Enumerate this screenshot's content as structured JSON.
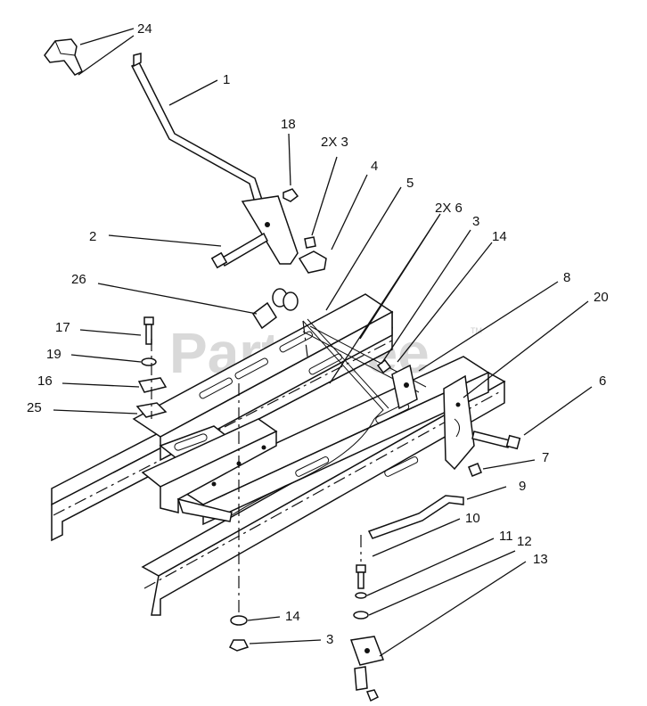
{
  "watermark": {
    "text": "PartsTree",
    "tm": "TM"
  },
  "callouts": [
    {
      "id": "c24",
      "text": "24"
    },
    {
      "id": "c1",
      "text": "1"
    },
    {
      "id": "c18",
      "text": "18"
    },
    {
      "id": "c2x3",
      "text": "2X 3"
    },
    {
      "id": "c4",
      "text": "4"
    },
    {
      "id": "c5",
      "text": "5"
    },
    {
      "id": "c2x6",
      "text": "2X 6"
    },
    {
      "id": "c3a",
      "text": "3"
    },
    {
      "id": "c14a",
      "text": "14"
    },
    {
      "id": "c2",
      "text": "2"
    },
    {
      "id": "c26",
      "text": "26"
    },
    {
      "id": "c8",
      "text": "8"
    },
    {
      "id": "c20",
      "text": "20"
    },
    {
      "id": "c17",
      "text": "17"
    },
    {
      "id": "c19",
      "text": "19"
    },
    {
      "id": "c16",
      "text": "16"
    },
    {
      "id": "c25",
      "text": "25"
    },
    {
      "id": "c6",
      "text": "6"
    },
    {
      "id": "c7",
      "text": "7"
    },
    {
      "id": "c9",
      "text": "9"
    },
    {
      "id": "c10",
      "text": "10"
    },
    {
      "id": "c11",
      "text": "11"
    },
    {
      "id": "c12",
      "text": "12"
    },
    {
      "id": "c13",
      "text": "13"
    },
    {
      "id": "c14b",
      "text": "14"
    },
    {
      "id": "c3b",
      "text": "3"
    }
  ]
}
